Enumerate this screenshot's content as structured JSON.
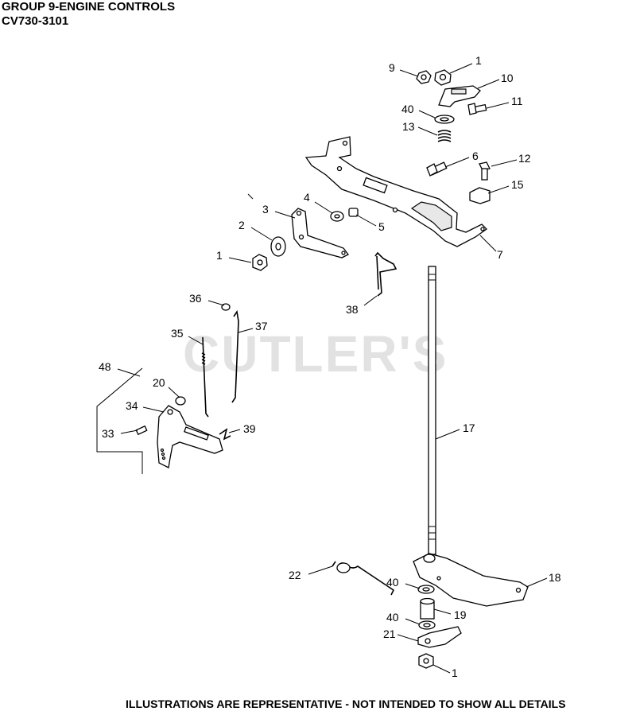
{
  "header": {
    "title": "GROUP 9-ENGINE CONTROLS",
    "model": "CV730-3101"
  },
  "footer": {
    "note": "ILLUSTRATIONS ARE REPRESENTATIVE - NOT INTENDED TO SHOW ALL DETAILS"
  },
  "watermark": {
    "text": "CUTLER'S"
  },
  "callouts": [
    {
      "id": "c9",
      "label": "9"
    },
    {
      "id": "c1a",
      "label": "1"
    },
    {
      "id": "c10",
      "label": "10"
    },
    {
      "id": "c11",
      "label": "11"
    },
    {
      "id": "c40a",
      "label": "40"
    },
    {
      "id": "c13",
      "label": "13"
    },
    {
      "id": "c6",
      "label": "6"
    },
    {
      "id": "c12",
      "label": "12"
    },
    {
      "id": "c15",
      "label": "15"
    },
    {
      "id": "c4",
      "label": "4"
    },
    {
      "id": "c3",
      "label": "3"
    },
    {
      "id": "c5",
      "label": "5"
    },
    {
      "id": "c2",
      "label": "2"
    },
    {
      "id": "c7",
      "label": "7"
    },
    {
      "id": "c1b",
      "label": "1"
    },
    {
      "id": "c38",
      "label": "38"
    },
    {
      "id": "c36",
      "label": "36"
    },
    {
      "id": "c37",
      "label": "37"
    },
    {
      "id": "c35",
      "label": "35"
    },
    {
      "id": "c48",
      "label": "48"
    },
    {
      "id": "c20",
      "label": "20"
    },
    {
      "id": "c34",
      "label": "34"
    },
    {
      "id": "c39",
      "label": "39"
    },
    {
      "id": "c33",
      "label": "33"
    },
    {
      "id": "c17",
      "label": "17"
    },
    {
      "id": "c22",
      "label": "22"
    },
    {
      "id": "c40b",
      "label": "40"
    },
    {
      "id": "c18",
      "label": "18"
    },
    {
      "id": "c19",
      "label": "19"
    },
    {
      "id": "c40c",
      "label": "40"
    },
    {
      "id": "c21",
      "label": "21"
    },
    {
      "id": "c1c",
      "label": "1"
    }
  ],
  "colors": {
    "line": "#000000",
    "watermark": "#e2e2e2"
  }
}
